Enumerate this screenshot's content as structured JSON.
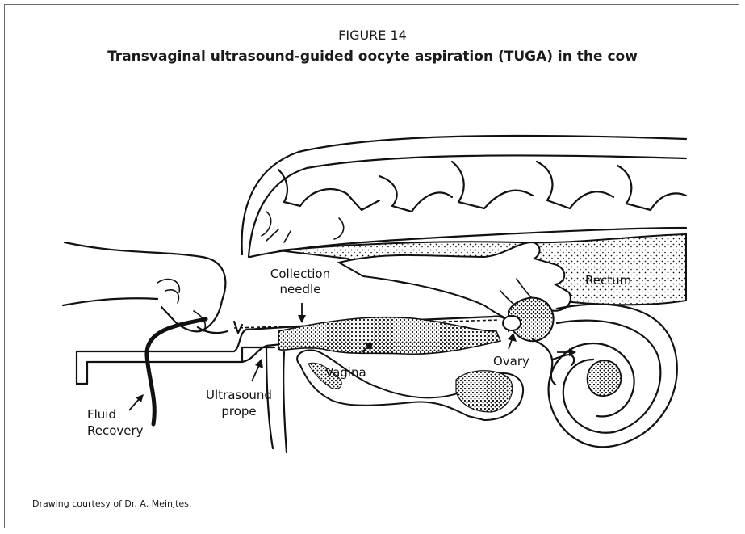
{
  "figure": {
    "number": "FIGURE 14",
    "title": "Transvaginal ultrasound-guided oocyte aspiration (TUGA) in the cow",
    "caption": "Drawing courtesy of Dr. A. Meinjtes."
  },
  "labels": {
    "collection_needle_line1": "Collection",
    "collection_needle_line2": "needle",
    "rectum": "Rectum",
    "ovary": "Ovary",
    "vagina": "Vagina",
    "ultrasound_line1": "Ultrasound",
    "ultrasound_line2": "prope",
    "fluid_line1": "Fluid",
    "fluid_line2": "Recovery"
  }
}
